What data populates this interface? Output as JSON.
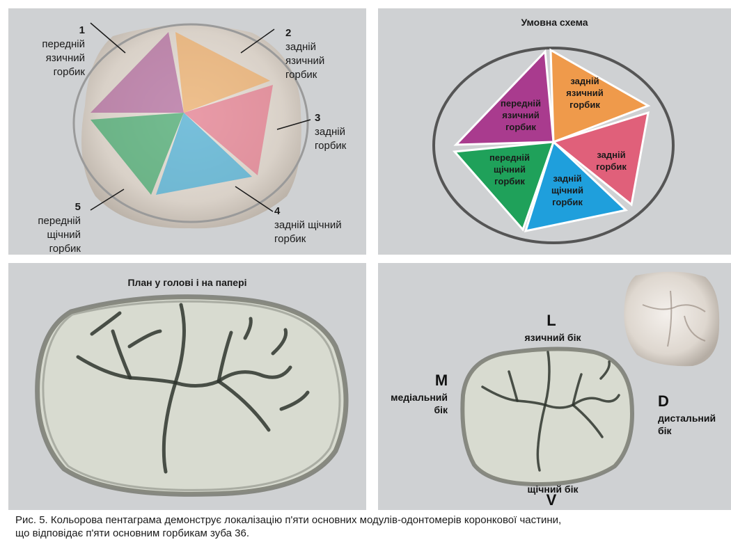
{
  "photo_panel": {
    "labels": [
      {
        "number": "1",
        "line1": "передній",
        "line2": "язичний",
        "line3": "горбик"
      },
      {
        "number": "2",
        "line1": "задній",
        "line2": "язичний",
        "line3": "горбик"
      },
      {
        "number": "3",
        "line1": "задній",
        "line2": "горбик"
      },
      {
        "number": "4",
        "line1": "задній щічний",
        "line2": "горбик"
      },
      {
        "number": "5",
        "line1": "передній",
        "line2": "щічний",
        "line3": "горбик"
      }
    ]
  },
  "scheme_panel": {
    "title": "Умовна схема",
    "cusps": [
      {
        "line1": "передній",
        "line2": "язичний",
        "line3": "горбик",
        "color": "#a93b8e"
      },
      {
        "line1": "задній",
        "line2": "язичний",
        "line3": "горбик",
        "color": "#ef9a4b"
      },
      {
        "line1": "задній",
        "line2": "горбик",
        "color": "#e0607a"
      },
      {
        "line1": "задній",
        "line2": "щічний",
        "line3": "горбик",
        "color": "#1f9fdc"
      },
      {
        "line1": "передній",
        "line2": "щічний",
        "line3": "горбик",
        "color": "#1fa15a"
      }
    ]
  },
  "sketch_panel": {
    "title": "План у голові і на папері"
  },
  "orientation_panel": {
    "L": "L",
    "lingual": "язичний бік",
    "M": "M",
    "medial_1": "медіальний",
    "medial_2": "бік",
    "D": "D",
    "distal_1": "дистальний",
    "distal_2": "бік",
    "buccal": "щічний бік",
    "V": "V"
  },
  "caption": {
    "line1": "Рис. 5. Кольорова пентаграма демонструє локалізацію п'яти основних модулів-одонтомерів коронкової частини,",
    "line2": "що відповідає п'яти основним горбикам зуба 36."
  }
}
